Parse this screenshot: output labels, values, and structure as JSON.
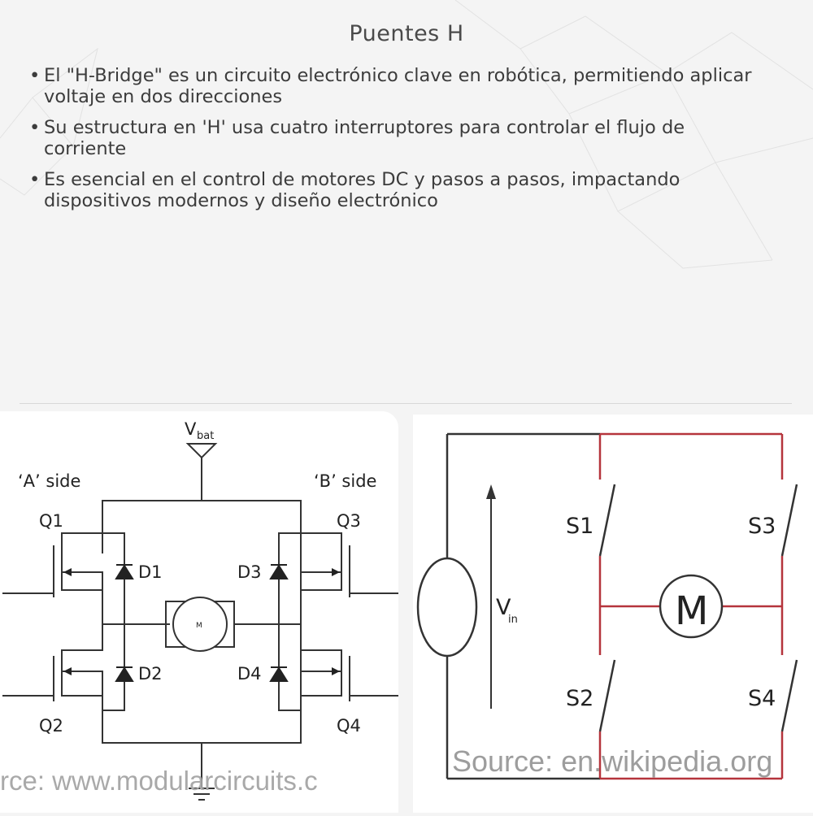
{
  "slide": {
    "title": "Puentes H",
    "bullets": [
      "El \"H-Bridge\" es un circuito electrónico clave en robótica, permitiendo aplicar voltaje en dos direcciones",
      "Su estructura en 'H' usa cuatro interruptores para controlar el flujo de corriente",
      "Es esencial en el control de motores DC y pasos a pasos, impactando dispositivos modernos y diseño electrónico"
    ]
  },
  "left_diagram": {
    "vbat": "V",
    "vbat_sub": "bat",
    "side_a": "‘A’ side",
    "side_b": "‘B’ side",
    "q1": "Q1",
    "q2": "Q2",
    "q3": "Q3",
    "q4": "Q4",
    "d1": "D1",
    "d2": "D2",
    "d3": "D3",
    "d4": "D4",
    "motor": "M",
    "watermark": "rce: www.modularcircuits.c"
  },
  "right_diagram": {
    "s1": "S1",
    "s2": "S2",
    "s3": "S3",
    "s4": "S4",
    "vin": "V",
    "vin_sub": "in",
    "motor": "M",
    "watermark": "Source: en.wikipedia.org",
    "colors": {
      "wire_black": "#333333",
      "wire_red": "#b5343c"
    }
  }
}
